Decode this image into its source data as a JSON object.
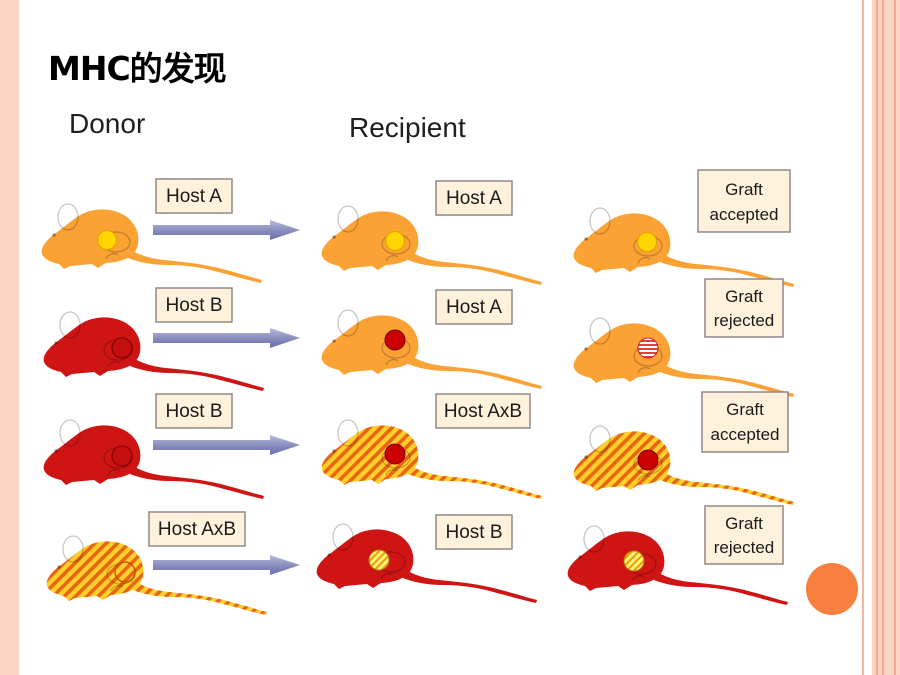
{
  "title": "MHC的发现",
  "headers": {
    "donor": "Donor",
    "recipient": "Recipient"
  },
  "rows": [
    {
      "donor_label": "Host A",
      "recipient_label": "Host A",
      "result_line1": "Graft",
      "result_line2": "accepted"
    },
    {
      "donor_label": "Host B",
      "recipient_label": "Host A",
      "result_line1": "Graft",
      "result_line2": "rejected"
    },
    {
      "donor_label": "Host B",
      "recipient_label": "Host AxB",
      "result_line1": "Graft",
      "result_line2": "accepted"
    },
    {
      "donor_label": "Host AxB",
      "recipient_label": "Host B",
      "result_line1": "Graft",
      "result_line2": "rejected"
    }
  ],
  "colors": {
    "host_a": "#fba235",
    "host_b": "#cf1414",
    "graft_yellow": "#ffd400",
    "graft_red": "#cc0000",
    "accent": "#f8803e"
  }
}
